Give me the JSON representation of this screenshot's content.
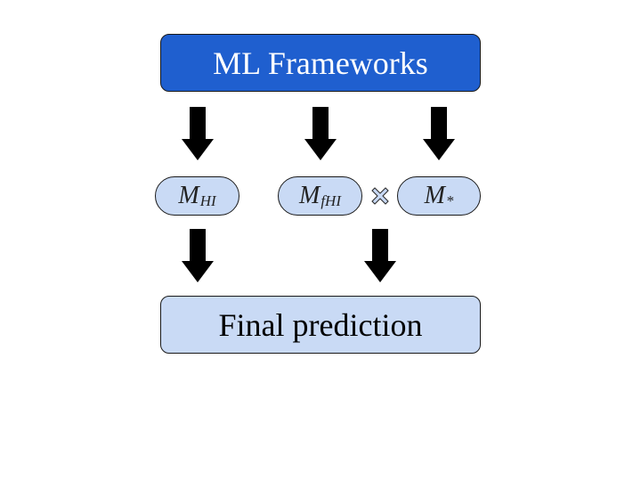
{
  "top_box": {
    "label": "ML Frameworks"
  },
  "models": [
    {
      "symbol": "M",
      "subscript": "HI"
    },
    {
      "symbol": "M",
      "subscript": "fHI"
    },
    {
      "symbol": "M",
      "subscript": "*"
    }
  ],
  "operator": "×",
  "final_box": {
    "label": "Final prediction"
  },
  "colors": {
    "top_box_fill": "#1f5fcf",
    "light_fill": "#c9daf5",
    "arrow": "#000000"
  }
}
